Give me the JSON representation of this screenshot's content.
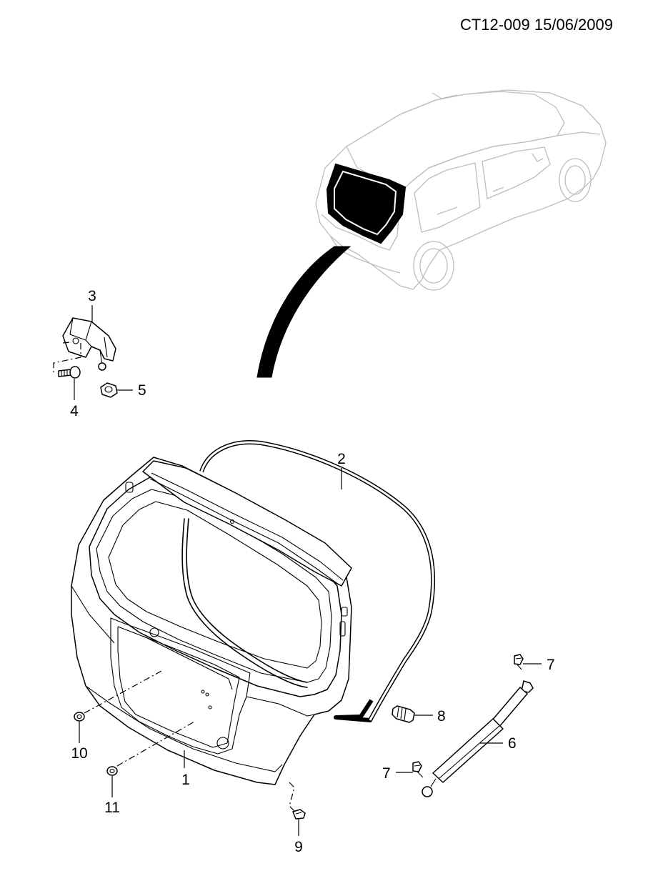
{
  "header": {
    "code": "CT12-009 15/06/2009"
  },
  "callouts": [
    {
      "id": "1",
      "label": "1"
    },
    {
      "id": "2",
      "label": "2"
    },
    {
      "id": "3",
      "label": "3"
    },
    {
      "id": "4",
      "label": "4"
    },
    {
      "id": "5",
      "label": "5"
    },
    {
      "id": "6",
      "label": "6"
    },
    {
      "id": "7a",
      "label": "7"
    },
    {
      "id": "7b",
      "label": "7"
    },
    {
      "id": "8",
      "label": "8"
    },
    {
      "id": "9",
      "label": "9"
    },
    {
      "id": "10",
      "label": "10"
    },
    {
      "id": "11",
      "label": "11"
    }
  ]
}
